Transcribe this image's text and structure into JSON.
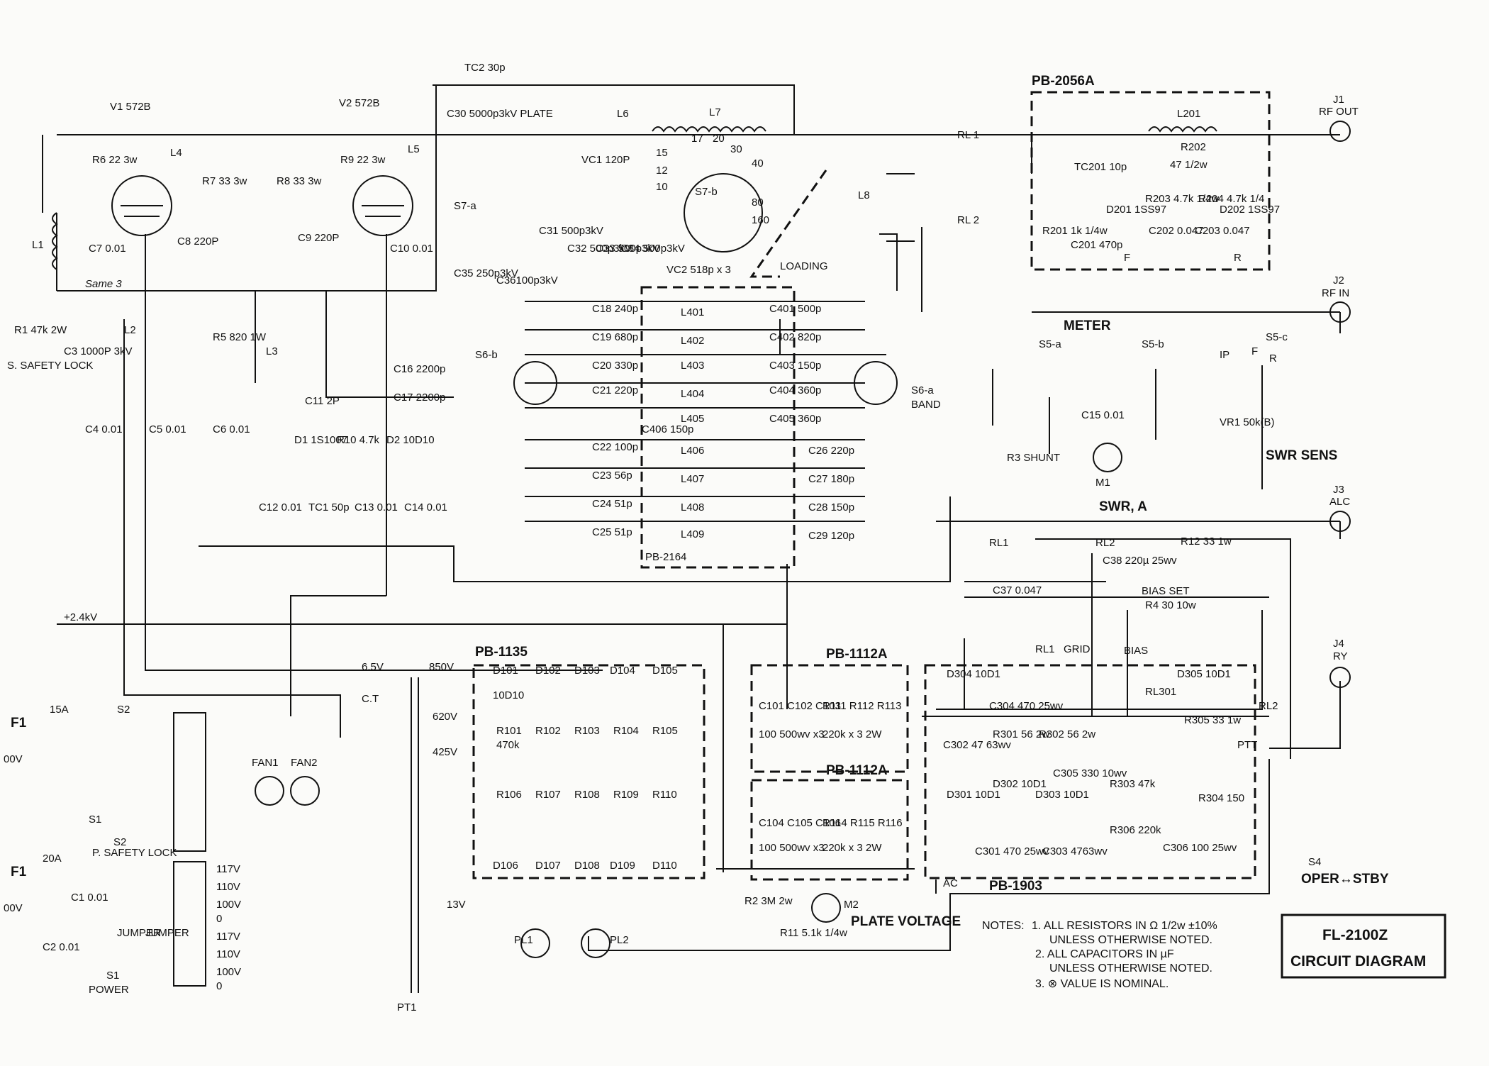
{
  "title": {
    "model": "FL-2100Z",
    "name": "CIRCUIT DIAGRAM"
  },
  "tubes": {
    "v1": "V1 572B",
    "v2": "V2 572B"
  },
  "boards": {
    "pb2056a": "PB-2056A",
    "pb2164": "PB-2164",
    "pb1135": "PB-1135",
    "pb1112a_1": "PB-1112A",
    "pb1112a_2": "PB-1112A",
    "pb1903": "PB-1903"
  },
  "jacks": {
    "j1": "J1",
    "j1_name": "RF OUT",
    "j2": "J2",
    "j2_name": "RF IN",
    "j3": "J3",
    "j3_name": "ALC",
    "j4": "J4",
    "j4_name": "RY"
  },
  "meter": {
    "title": "METER",
    "s5a": "S5-a",
    "s5b": "S5-b",
    "s5c": "S5-c",
    "ip": "IP",
    "f": "F",
    "r": "R",
    "c15": "C15 0.01",
    "m1": "M1",
    "swra": "SWR, A",
    "swr_sens": "SWR SENS",
    "vr1": "VR1 50k(B)",
    "r3": "R3 SHUNT"
  },
  "top": {
    "tc2": "TC2 30p",
    "c30": "C30 5000p3kV PLATE",
    "l6": "L6",
    "l7": "L7",
    "vc1": "VC1 120P",
    "s7a": "S7-a",
    "s7b": "S7-b",
    "vc2": "VC2 518p x 3",
    "loading": "LOADING",
    "l8": "L8",
    "rl1": "RL 1",
    "rl2": "RL 2",
    "c35": "C35 250p3kV",
    "c36": "C36100p3kV",
    "c31": "C31 500p3kV",
    "c32": "C32 500p3kV",
    "c33": "C33 500p3kV",
    "c34": "C34 500p3kV",
    "taps": [
      "15",
      "12",
      "10",
      "17",
      "20",
      "30",
      "40",
      "80",
      "160"
    ]
  },
  "pb2056": {
    "l201": "L201",
    "r202": "R202",
    "r202v": "47 1/2w",
    "tc201": "TC201 10p",
    "d201": "D201 1SS97",
    "d202": "D202 1SS97",
    "r203": "R203 4.7k 1/4w",
    "r204": "R204 4.7k 1/4",
    "r201": "R201 1k 1/4w",
    "c201": "C201 470p",
    "c202": "C202 0.047",
    "c203": "C203 0.047",
    "f": "F",
    "r": "R"
  },
  "left": {
    "r6": "R6 22 3w",
    "l4": "L4",
    "r7": "R7 33 3w",
    "r8": "R8 33 3w",
    "r9": "R9 22 3w",
    "l5": "L5",
    "l1": "L1",
    "c7": "C7 0.01",
    "c8": "C8 220P",
    "c9": "C9 220P",
    "c10": "C10 0.01",
    "handwrite": "Same 3",
    "r1": "R1 47k 2W",
    "safety": "S. SAFETY LOCK",
    "c3": "C3 1000P 3kV",
    "l2": "L2",
    "r5": "R5 820 1W",
    "l3": "L3",
    "c11": "C11 2P",
    "c16": "C16 2200p",
    "c17": "C17 2200p",
    "c4": "C4 0.01",
    "c5": "C5 0.01",
    "c6": "C6 0.01",
    "d1": "D1 1S1007",
    "r10": "R10 4.7k",
    "d2": "D2 10D10",
    "c12": "C12 0.01",
    "tc1": "TC1 50p",
    "c13": "C13 0.01",
    "c14": "C14 0.01",
    "hv": "+2.4kV"
  },
  "band": {
    "s6b": "S6-b",
    "s6a": "S6-a",
    "band": "BAND",
    "coils": [
      "L401",
      "L402",
      "L403",
      "L404",
      "L405",
      "L406",
      "L407",
      "L408",
      "L409"
    ],
    "caps_left": [
      "C18 240p",
      "C19 680p",
      "C20 330p",
      "C21 220p",
      "C22 100p",
      "C23 56p",
      "C24 51p",
      "C25 51p"
    ],
    "caps_right": [
      "C401 500p",
      "C402 820p",
      "C403 150p",
      "C404 360p",
      "C405 360p",
      "C406 150p"
    ],
    "caps_out": [
      "C26 220p",
      "C27 180p",
      "C28 150p",
      "C29 120p"
    ]
  },
  "alc": {
    "rl1": "RL1",
    "rl2": "RL2",
    "r12": "R12 33 1w",
    "c38": "C38 220µ 25wv",
    "c37": "C37 0.047",
    "bias": "BIAS SET",
    "r4": "R4 30 10w",
    "rl1b": "RL1",
    "grid": "GRID",
    "biasl": "BIAS"
  },
  "psu": {
    "v65": "6.5V",
    "ct": "C.T",
    "v850": "850V",
    "v620": "620V",
    "v425": "425V",
    "v13": "13V",
    "pt1": "PT1",
    "f1a": "F1",
    "f1b": "F1",
    "a15": "15A",
    "a20": "20A",
    "s2a": "S2",
    "s2b": "S2",
    "s1a": "S1",
    "s1b": "S1",
    "v00a": "00V",
    "v00b": "00V",
    "psafety": "P. SAFETY LOCK",
    "c1": "C1 0.01",
    "c2": "C2 0.01",
    "jumper1": "JUMPER",
    "jumper2": "JUMPER",
    "power": "POWER",
    "fan1": "FAN1",
    "fan2": "FAN2",
    "taps": [
      "117V",
      "110V",
      "100V",
      "0",
      "117V",
      "110V",
      "100V",
      "0"
    ],
    "pl1": "PL1",
    "pl2": "PL2"
  },
  "pb1135": {
    "diodes_top": [
      "D101",
      "D102",
      "D103",
      "D104",
      "D105"
    ],
    "diodes_bot": [
      "D106",
      "D107",
      "D108",
      "D109",
      "D110"
    ],
    "dtype": "10D10",
    "res_top": [
      "R101",
      "R102",
      "R103",
      "R104",
      "R105"
    ],
    "res_bot": [
      "R106",
      "R107",
      "R108",
      "R109",
      "R110"
    ],
    "rval": "470k"
  },
  "pb1112": {
    "caps1": "C101 C102 C103",
    "cv1": "100 500wv x3",
    "res1": "R111 R112 R113",
    "rv1": "220k x 3 2W",
    "caps2": "C104 C105 C106",
    "cv2": "100 500wv x3",
    "res2": "R114 R115 R116",
    "rv2": "220k x 3 2W"
  },
  "pb1903": {
    "d304": "D304 10D1",
    "d305": "D305 10D1",
    "c304": "C304 470 25wv",
    "rl301": "RL301",
    "c302": "C302 47 63wv",
    "r301": "R301 56 2w",
    "r302": "R302 56 2w",
    "r305": "R305 33 1w",
    "rl2": "RL2",
    "ptt": "PTT",
    "c305": "C305 330 10wv",
    "r303": "R303 47k",
    "d301": "D301 10D1",
    "d302": "D302 10D1",
    "d303": "D303 10D1",
    "r304": "R304 150",
    "c301": "C301 470 25wv",
    "c303": "C303 4763wv",
    "r306": "R306 220k",
    "c306": "C306 100 25wv",
    "ac": "AC"
  },
  "misc": {
    "r2": "R2 3M 2w",
    "r11": "R11 5.1k 1/4w",
    "m2": "M2",
    "plate_voltage": "PLATE VOLTAGE",
    "s4": "S4",
    "oper": "OPER↔STBY"
  },
  "notes": {
    "head": "NOTES:",
    "n1a": "1. ALL RESISTORS IN Ω  1/2w ±10%",
    "n1b": "UNLESS OTHERWISE NOTED.",
    "n2a": "2. ALL CAPACITORS IN µF",
    "n2b": "UNLESS OTHERWISE NOTED.",
    "n3": "3. ⊗ VALUE IS NOMINAL."
  }
}
